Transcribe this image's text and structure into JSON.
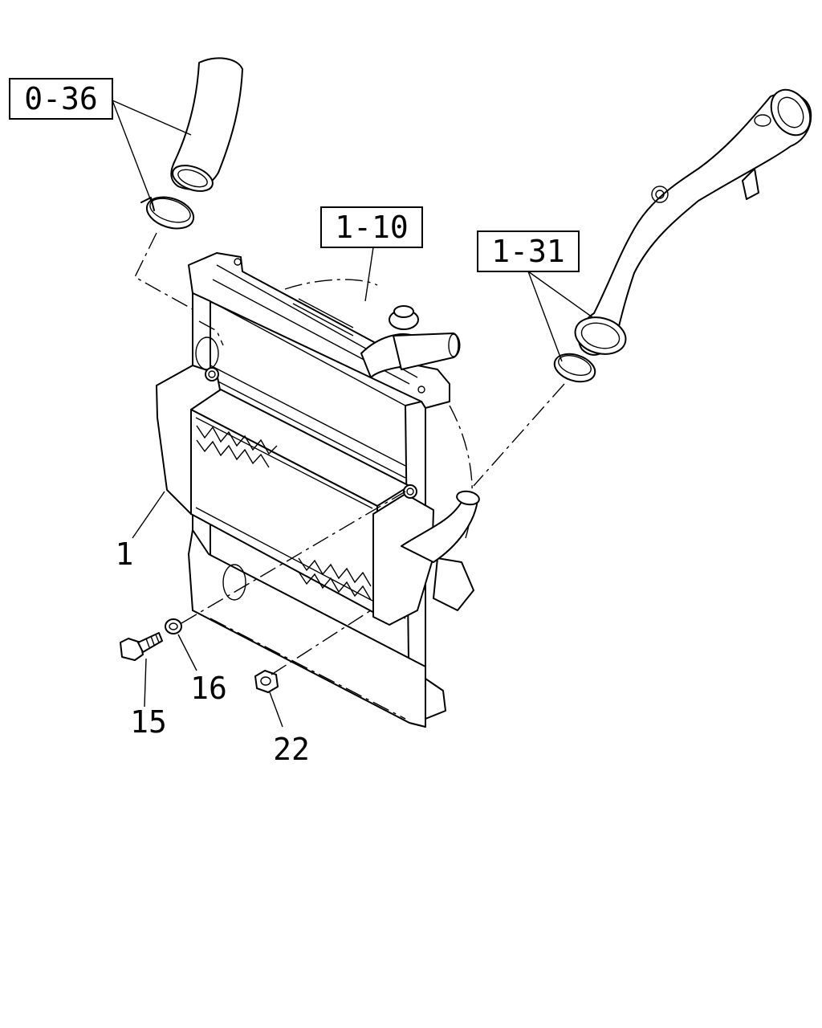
{
  "references": [
    {
      "id": "ref-0-36",
      "label": "0-36"
    },
    {
      "id": "ref-1-10",
      "label": "1-10"
    },
    {
      "id": "ref-1-31",
      "label": "1-31"
    }
  ],
  "callouts": [
    {
      "id": "callout-1",
      "label": "1"
    },
    {
      "id": "callout-15",
      "label": "15"
    },
    {
      "id": "callout-16",
      "label": "16"
    },
    {
      "id": "callout-22",
      "label": "22"
    }
  ]
}
